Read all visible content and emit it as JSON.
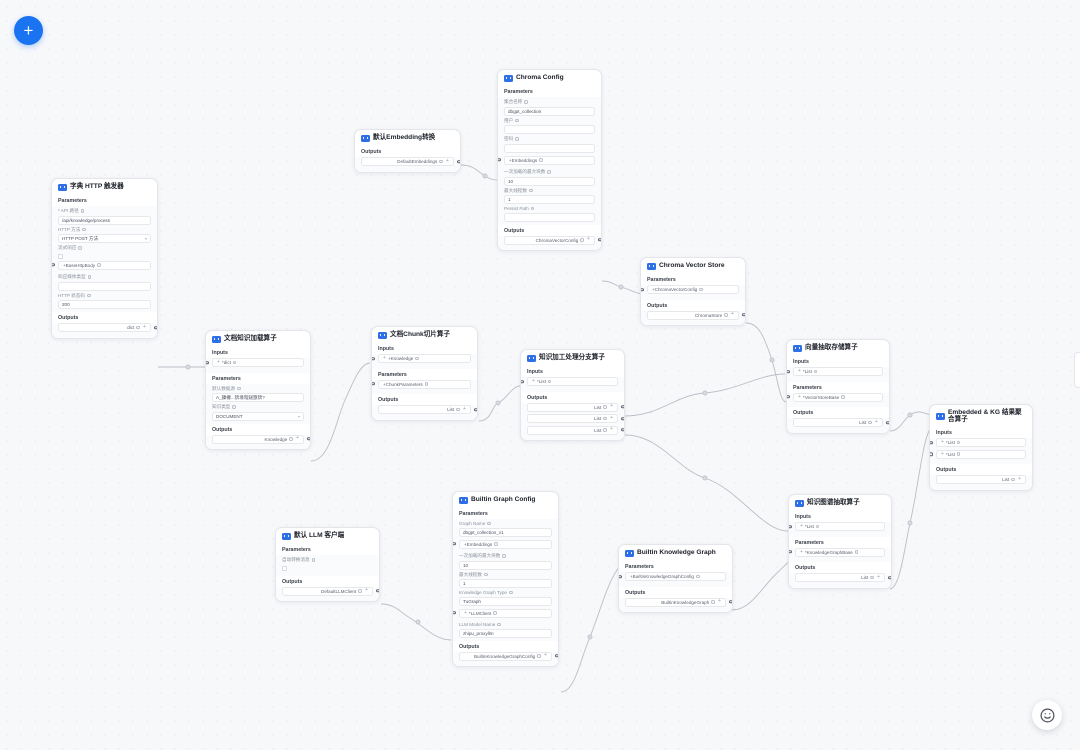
{
  "canvas": {
    "add_button_label": "+",
    "help_icon": "smiley-icon"
  },
  "labels": {
    "parameters": "Parameters",
    "inputs": "Inputs",
    "outputs": "Outputs"
  },
  "nodes": [
    {
      "id": "http-trigger",
      "title": "字典 HTTP 触发器",
      "fields": [
        {
          "label": "* API 路径",
          "value": "/api/knowledge/process",
          "type": "input"
        },
        {
          "label": "HTTP 方法",
          "value": "HTTP POST 方法",
          "type": "select"
        },
        {
          "label": "流式响应",
          "value": "",
          "type": "checkbox"
        },
        {
          "label": "+BaseHttpBody",
          "value": "",
          "type": "port-in"
        },
        {
          "label": "响应媒体类型",
          "value": "",
          "type": "input"
        },
        {
          "label": "HTTP 状态码",
          "value": "200",
          "type": "input"
        }
      ],
      "outputs": [
        {
          "name": "dict"
        }
      ]
    },
    {
      "id": "default-embedding",
      "title": "默认Embedding转换",
      "outputs": [
        {
          "name": "DefaultEmbeddings"
        }
      ]
    },
    {
      "id": "chroma-config",
      "title": "Chroma Config",
      "fields": [
        {
          "label": "集合名称",
          "value": "dbgpt_collection",
          "type": "input"
        },
        {
          "label": "用户",
          "value": "",
          "type": "input"
        },
        {
          "label": "密码",
          "value": "",
          "type": "input"
        },
        {
          "label": "+Embeddings",
          "value": "",
          "type": "port-in"
        },
        {
          "label": "一次加载的最大块数",
          "value": "10",
          "type": "input"
        },
        {
          "label": "最大线程数",
          "value": "1",
          "type": "input"
        },
        {
          "label": "Persist Path",
          "value": "",
          "type": "input"
        }
      ],
      "outputs": [
        {
          "name": "ChromaVectorConfig"
        }
      ]
    },
    {
      "id": "chroma-vector-store",
      "title": "Chroma Vector Store",
      "fields": [
        {
          "label": "+ChromaVectorConfig",
          "value": "",
          "type": "port-in"
        }
      ],
      "outputs": [
        {
          "name": "ChromaStore"
        }
      ]
    },
    {
      "id": "doc-knowledge-loader",
      "title": "文档知识加载算子",
      "inputs": [
        {
          "name": "*dict"
        }
      ],
      "fields": [
        {
          "label": "默认数据源",
          "value": "A_鏁欏...锛堟暟鎹簱锛?",
          "type": "input"
        },
        {
          "label": "知识类型",
          "value": "DOCUMENT",
          "type": "select"
        }
      ],
      "outputs": [
        {
          "name": "Knowledge"
        }
      ]
    },
    {
      "id": "doc-chunk",
      "title": "文档Chunk切片算子",
      "inputs": [
        {
          "name": "+Knowledge"
        }
      ],
      "fields": [
        {
          "label": "+ChunkParameters",
          "value": "",
          "type": "port-in"
        }
      ],
      "outputs": [
        {
          "name": "List"
        }
      ]
    },
    {
      "id": "knowledge-branch",
      "title": "知识加工处理分支算子",
      "inputs": [
        {
          "name": "*List"
        }
      ],
      "outputs": [
        {
          "name": "List"
        },
        {
          "name": "List"
        },
        {
          "name": "List"
        }
      ]
    },
    {
      "id": "vector-extract-store",
      "title": "向量抽取存储算子",
      "inputs": [
        {
          "name": "*List"
        }
      ],
      "fields": [
        {
          "label": "*VectorStoreBase",
          "value": "",
          "type": "port-in"
        }
      ],
      "outputs": [
        {
          "name": "List"
        }
      ]
    },
    {
      "id": "kg-extract",
      "title": "知识图谱抽取算子",
      "inputs": [
        {
          "name": "*List"
        }
      ],
      "fields": [
        {
          "label": "*KnowledgeGraphBase",
          "value": "",
          "type": "port-in"
        }
      ],
      "outputs": [
        {
          "name": "List"
        }
      ]
    },
    {
      "id": "join",
      "title": "Embedded & KG 结果聚合算子",
      "inputs": [
        {
          "name": "*List"
        },
        {
          "name": "*List"
        }
      ],
      "outputs": [
        {
          "name": "List"
        }
      ]
    },
    {
      "id": "builtin-graph-config",
      "title": "Builtin Graph Config",
      "fields": [
        {
          "label": "Graph Name",
          "value": "dbgpt_collection_v1",
          "type": "input"
        },
        {
          "label": "+Embeddings",
          "value": "",
          "type": "port-in"
        },
        {
          "label": "一次加载的最大块数",
          "value": "10",
          "type": "input"
        },
        {
          "label": "最大线程数",
          "value": "1",
          "type": "input"
        },
        {
          "label": "Knowledge Graph Type",
          "value": "TuGraph",
          "type": "input"
        },
        {
          "label": "*LLMClient",
          "value": "",
          "type": "port-in"
        },
        {
          "label": "LLM Model Name",
          "value": "zhipu_proxyllm",
          "type": "input"
        }
      ],
      "outputs": [
        {
          "name": "BuiltinKnowledgeGraphConfig"
        }
      ]
    },
    {
      "id": "builtin-knowledge-graph",
      "title": "Builtin Knowledge Graph",
      "fields": [
        {
          "label": "+BuiltinKnowledgeGraphConfig",
          "value": "",
          "type": "port-in"
        }
      ],
      "outputs": [
        {
          "name": "BuiltinKnowledgeGraph"
        }
      ]
    },
    {
      "id": "default-llm-client",
      "title": "默认 LLM 客户端",
      "fields": [
        {
          "label": "自动转换消息",
          "value": "",
          "type": "checkbox"
        }
      ],
      "outputs": [
        {
          "name": "DefaultLLMClient"
        }
      ]
    }
  ],
  "colors": {
    "accent": "#1a73f0",
    "node_border": "#e4e6eb",
    "edge": "#b9bec6",
    "canvas_bg": "#f7f8fa"
  }
}
